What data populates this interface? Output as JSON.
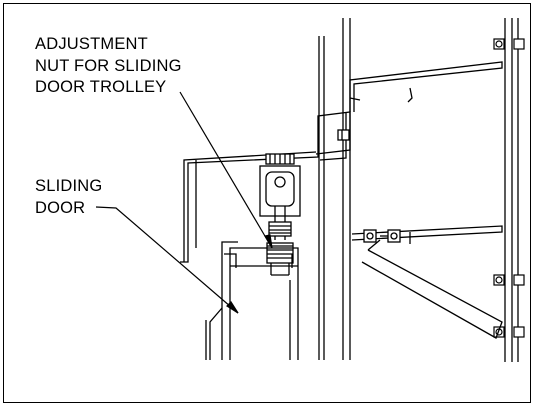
{
  "labels": {
    "nut": [
      "ADJUSTMENT",
      "NUT FOR SLIDING",
      "DOOR TROLLEY"
    ],
    "door": [
      "SLIDING",
      "DOOR"
    ]
  },
  "colors": {
    "line": "#000000",
    "background": "#ffffff"
  }
}
